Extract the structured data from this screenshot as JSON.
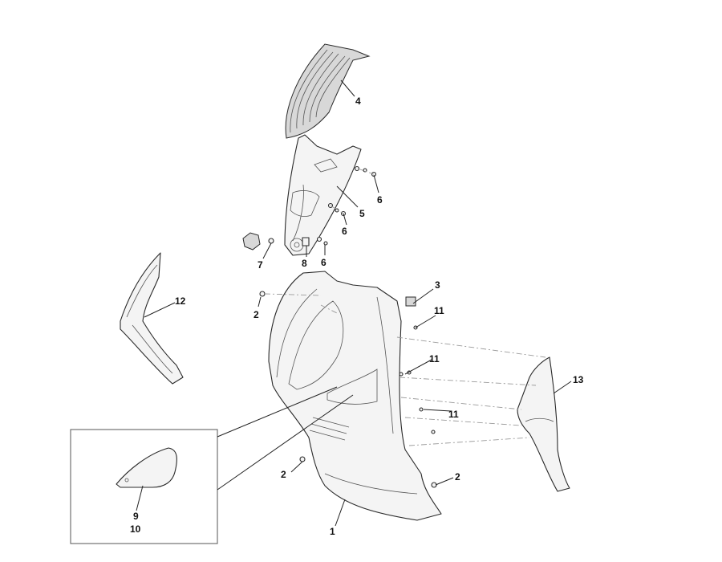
{
  "callouts": [
    {
      "id": "c1",
      "text": "1"
    },
    {
      "id": "c2a",
      "text": "2"
    },
    {
      "id": "c2b",
      "text": "2"
    },
    {
      "id": "c2c",
      "text": "2"
    },
    {
      "id": "c3",
      "text": "3"
    },
    {
      "id": "c4",
      "text": "4"
    },
    {
      "id": "c5",
      "text": "5"
    },
    {
      "id": "c6a",
      "text": "6"
    },
    {
      "id": "c6b",
      "text": "6"
    },
    {
      "id": "c6c",
      "text": "6"
    },
    {
      "id": "c7",
      "text": "7"
    },
    {
      "id": "c8",
      "text": "8"
    },
    {
      "id": "c9",
      "text": "9"
    },
    {
      "id": "c10",
      "text": "10"
    },
    {
      "id": "c11a",
      "text": "11"
    },
    {
      "id": "c11b",
      "text": "11"
    },
    {
      "id": "c11c",
      "text": "11"
    },
    {
      "id": "c12",
      "text": "12"
    },
    {
      "id": "c13",
      "text": "13"
    }
  ]
}
